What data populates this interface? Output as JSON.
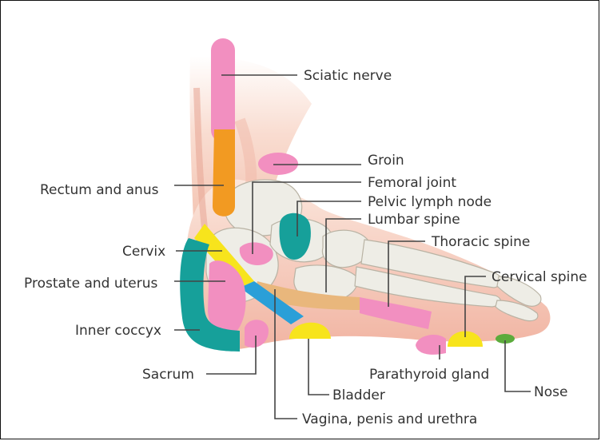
{
  "colors": {
    "pink": "#f28fc0",
    "orange": "#f29a22",
    "teal": "#16a09a",
    "yellow": "#f7e41c",
    "blue": "#2a9fd8",
    "tan": "#e9b77c",
    "green": "#5cab3c"
  },
  "labels": {
    "sciatic_nerve": "Sciatic nerve",
    "groin": "Groin",
    "rectum_anus": "Rectum and anus",
    "femoral_joint": "Femoral joint",
    "pelvic_lymph_node": "Pelvic lymph node",
    "lumbar_spine": "Lumbar spine",
    "thoracic_spine": "Thoracic spine",
    "cervix": "Cervix",
    "prostate_uterus": "Prostate and uterus",
    "cervical_spine": "Cervical spine",
    "inner_coccyx": "Inner coccyx",
    "parathyroid_gland": "Parathyroid gland",
    "sacrum": "Sacrum",
    "nose": "Nose",
    "bladder": "Bladder",
    "vagina_penis_urethra": "Vagina, penis and urethra"
  }
}
